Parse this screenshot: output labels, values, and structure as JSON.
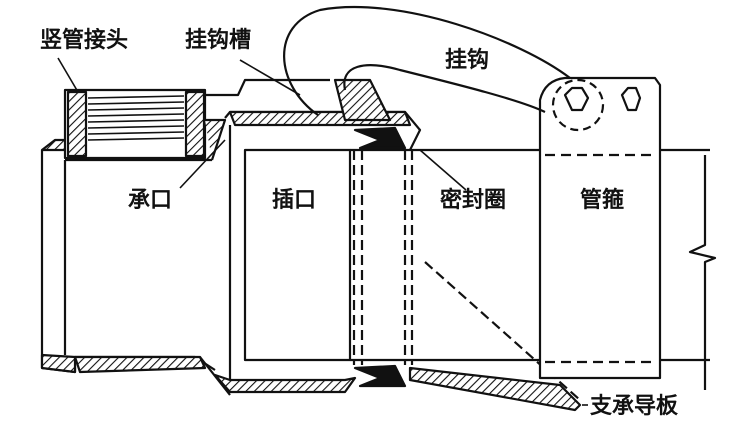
{
  "labels": {
    "riser_joint": "竖管接头",
    "hook_groove": "挂钩槽",
    "hook": "挂钩",
    "socket": "承口",
    "spigot": "插口",
    "seal_ring": "密封圈",
    "pipe_clamp": "管箍",
    "support_guide_plate": "支承导板"
  },
  "colors": {
    "line": "#111111",
    "background": "#ffffff"
  }
}
